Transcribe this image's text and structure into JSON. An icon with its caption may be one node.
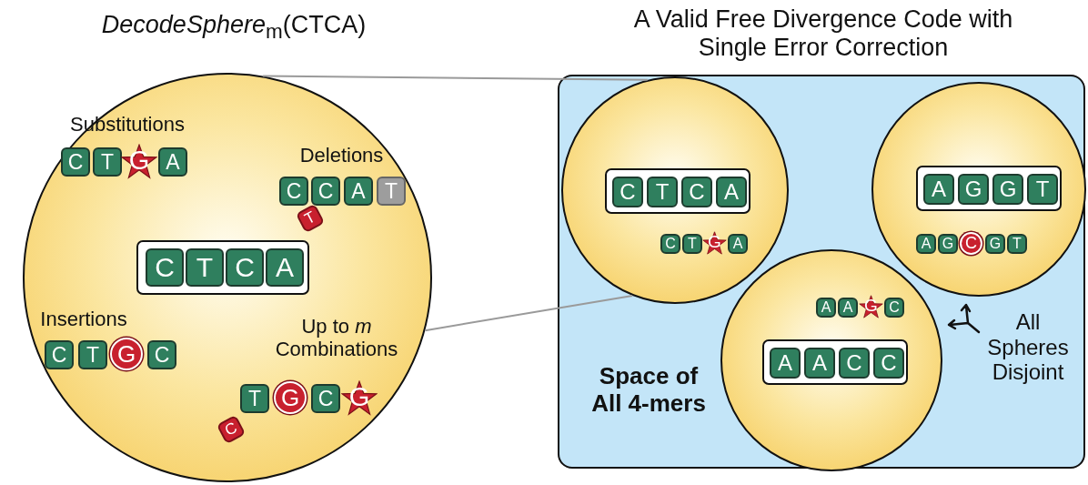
{
  "diagram": {
    "nodes": [
      {
        "text": [
          "*DecodeSphere*$_{m}$(CTCA)"
        ]
      },
      {
        "text": [
          "C"
        ],
        "in": 0
      },
      {
        "text": [
          "T"
        ],
        "in": 0
      },
      {
        "text": [
          "G"
        ],
        "in": 0
      },
      {
        "text": [
          "A"
        ],
        "in": 0
      },
      {
        "text": [
          "C"
        ],
        "in": 0
      },
      {
        "text": [
          "T"
        ],
        "in": 0
      },
      {
        "text": [
          "C"
        ],
        "in": 0
      },
      {
        "text": [
          "A"
        ],
        "in": 0
      },
      {
        "text": [
          "T"
        ],
        "in": 0
      },
      {
        "text": [],
        "shape": "box",
        "in": 0
      },
      {
        "text": [
          "C"
        ],
        "in": 10
      },
      {
        "text": [
          "T"
        ],
        "in": 10
      },
      {
        "text": [
          "C"
        ],
        "in": 10
      },
      {
        "text": [
          "A"
        ],
        "in": 10
      },
      {
        "text": [
          "C"
        ],
        "in": 0
      },
      {
        "text": [
          "T"
        ],
        "in": 0
      },
      {
        "text": [
          "G"
        ],
        "in": 0
      },
      {
        "text": [
          "C"
        ],
        "in": 0
      },
      {
        "text": [
          "C"
        ],
        "in": 0
      },
      {
        "text": [
          "T"
        ],
        "in": 0
      },
      {
        "text": [
          "G"
        ],
        "in": 0
      },
      {
        "text": [
          "C"
        ],
        "in": 0
      },
      {
        "text": [
          "G"
        ],
        "in": 0
      },
      {
        "text": [
          "A Valid Free Divergence Code with Single Error Correction",
          "Space of All 4-mers",
          "All Spheres Disjoint"
        ]
      },
      {
        "text": [],
        "shape": "circle",
        "in": 24
      },
      {
        "text": [],
        "shape": "box",
        "in": 25
      },
      {
        "text": [
          "C"
        ],
        "in": 26
      },
      {
        "text": [
          "T"
        ],
        "in": 26
      },
      {
        "text": [
          "C"
        ],
        "in": 26
      },
      {
        "text": [
          "A"
        ],
        "in": 26
      },
      {
        "text": [
          "C"
        ],
        "in": 25
      },
      {
        "text": [
          "T"
        ],
        "in": 25
      },
      {
        "text": [
          "G"
        ],
        "in": 25
      },
      {
        "text": [
          "A"
        ],
        "in": 25
      },
      {
        "text": [],
        "shape": "circle",
        "in": 24
      },
      {
        "text": [],
        "shape": "box",
        "in": 35
      },
      {
        "text": [
          "A"
        ],
        "in": 36
      },
      {
        "text": [
          "G"
        ],
        "in": 36
      },
      {
        "text": [
          "G"
        ],
        "in": 36
      },
      {
        "text": [
          "T"
        ],
        "in": 36
      },
      {
        "text": [
          "A"
        ],
        "in": 35
      },
      {
        "text": [
          "G"
        ],
        "in": 35
      },
      {
        "text": [
          "C"
        ],
        "in": 35
      },
      {
        "text": [
          "G"
        ],
        "in": 35
      },
      {
        "text": [
          "T"
        ],
        "in": 35
      },
      {
        "text": [],
        "shape": "circle",
        "in": 24
      },
      {
        "text": [
          "A"
        ],
        "in": 46
      },
      {
        "text": [
          "A"
        ],
        "in": 46
      },
      {
        "text": [
          "G"
        ],
        "in": 46
      },
      {
        "text": [
          "C"
        ],
        "in": 46
      },
      {
        "text": [],
        "shape": "box",
        "in": 46
      },
      {
        "text": [
          "A"
        ],
        "in": 51
      },
      {
        "text": [
          "A"
        ],
        "in": 51
      },
      {
        "text": [
          "C"
        ],
        "in": 51
      },
      {
        "text": [
          "C"
        ],
        "in": 51
      }
    ],
    "edges": [
      {
        "from": 25,
        "to": 0,
        "arrow": "none"
      },
      {
        "from": 25,
        "to": 0,
        "arrow": "none"
      }
    ],
    "labels": [
      "Substitutions",
      "Deletions",
      "Insertions",
      "Up to *m* Combinations"
    ]
  }
}
